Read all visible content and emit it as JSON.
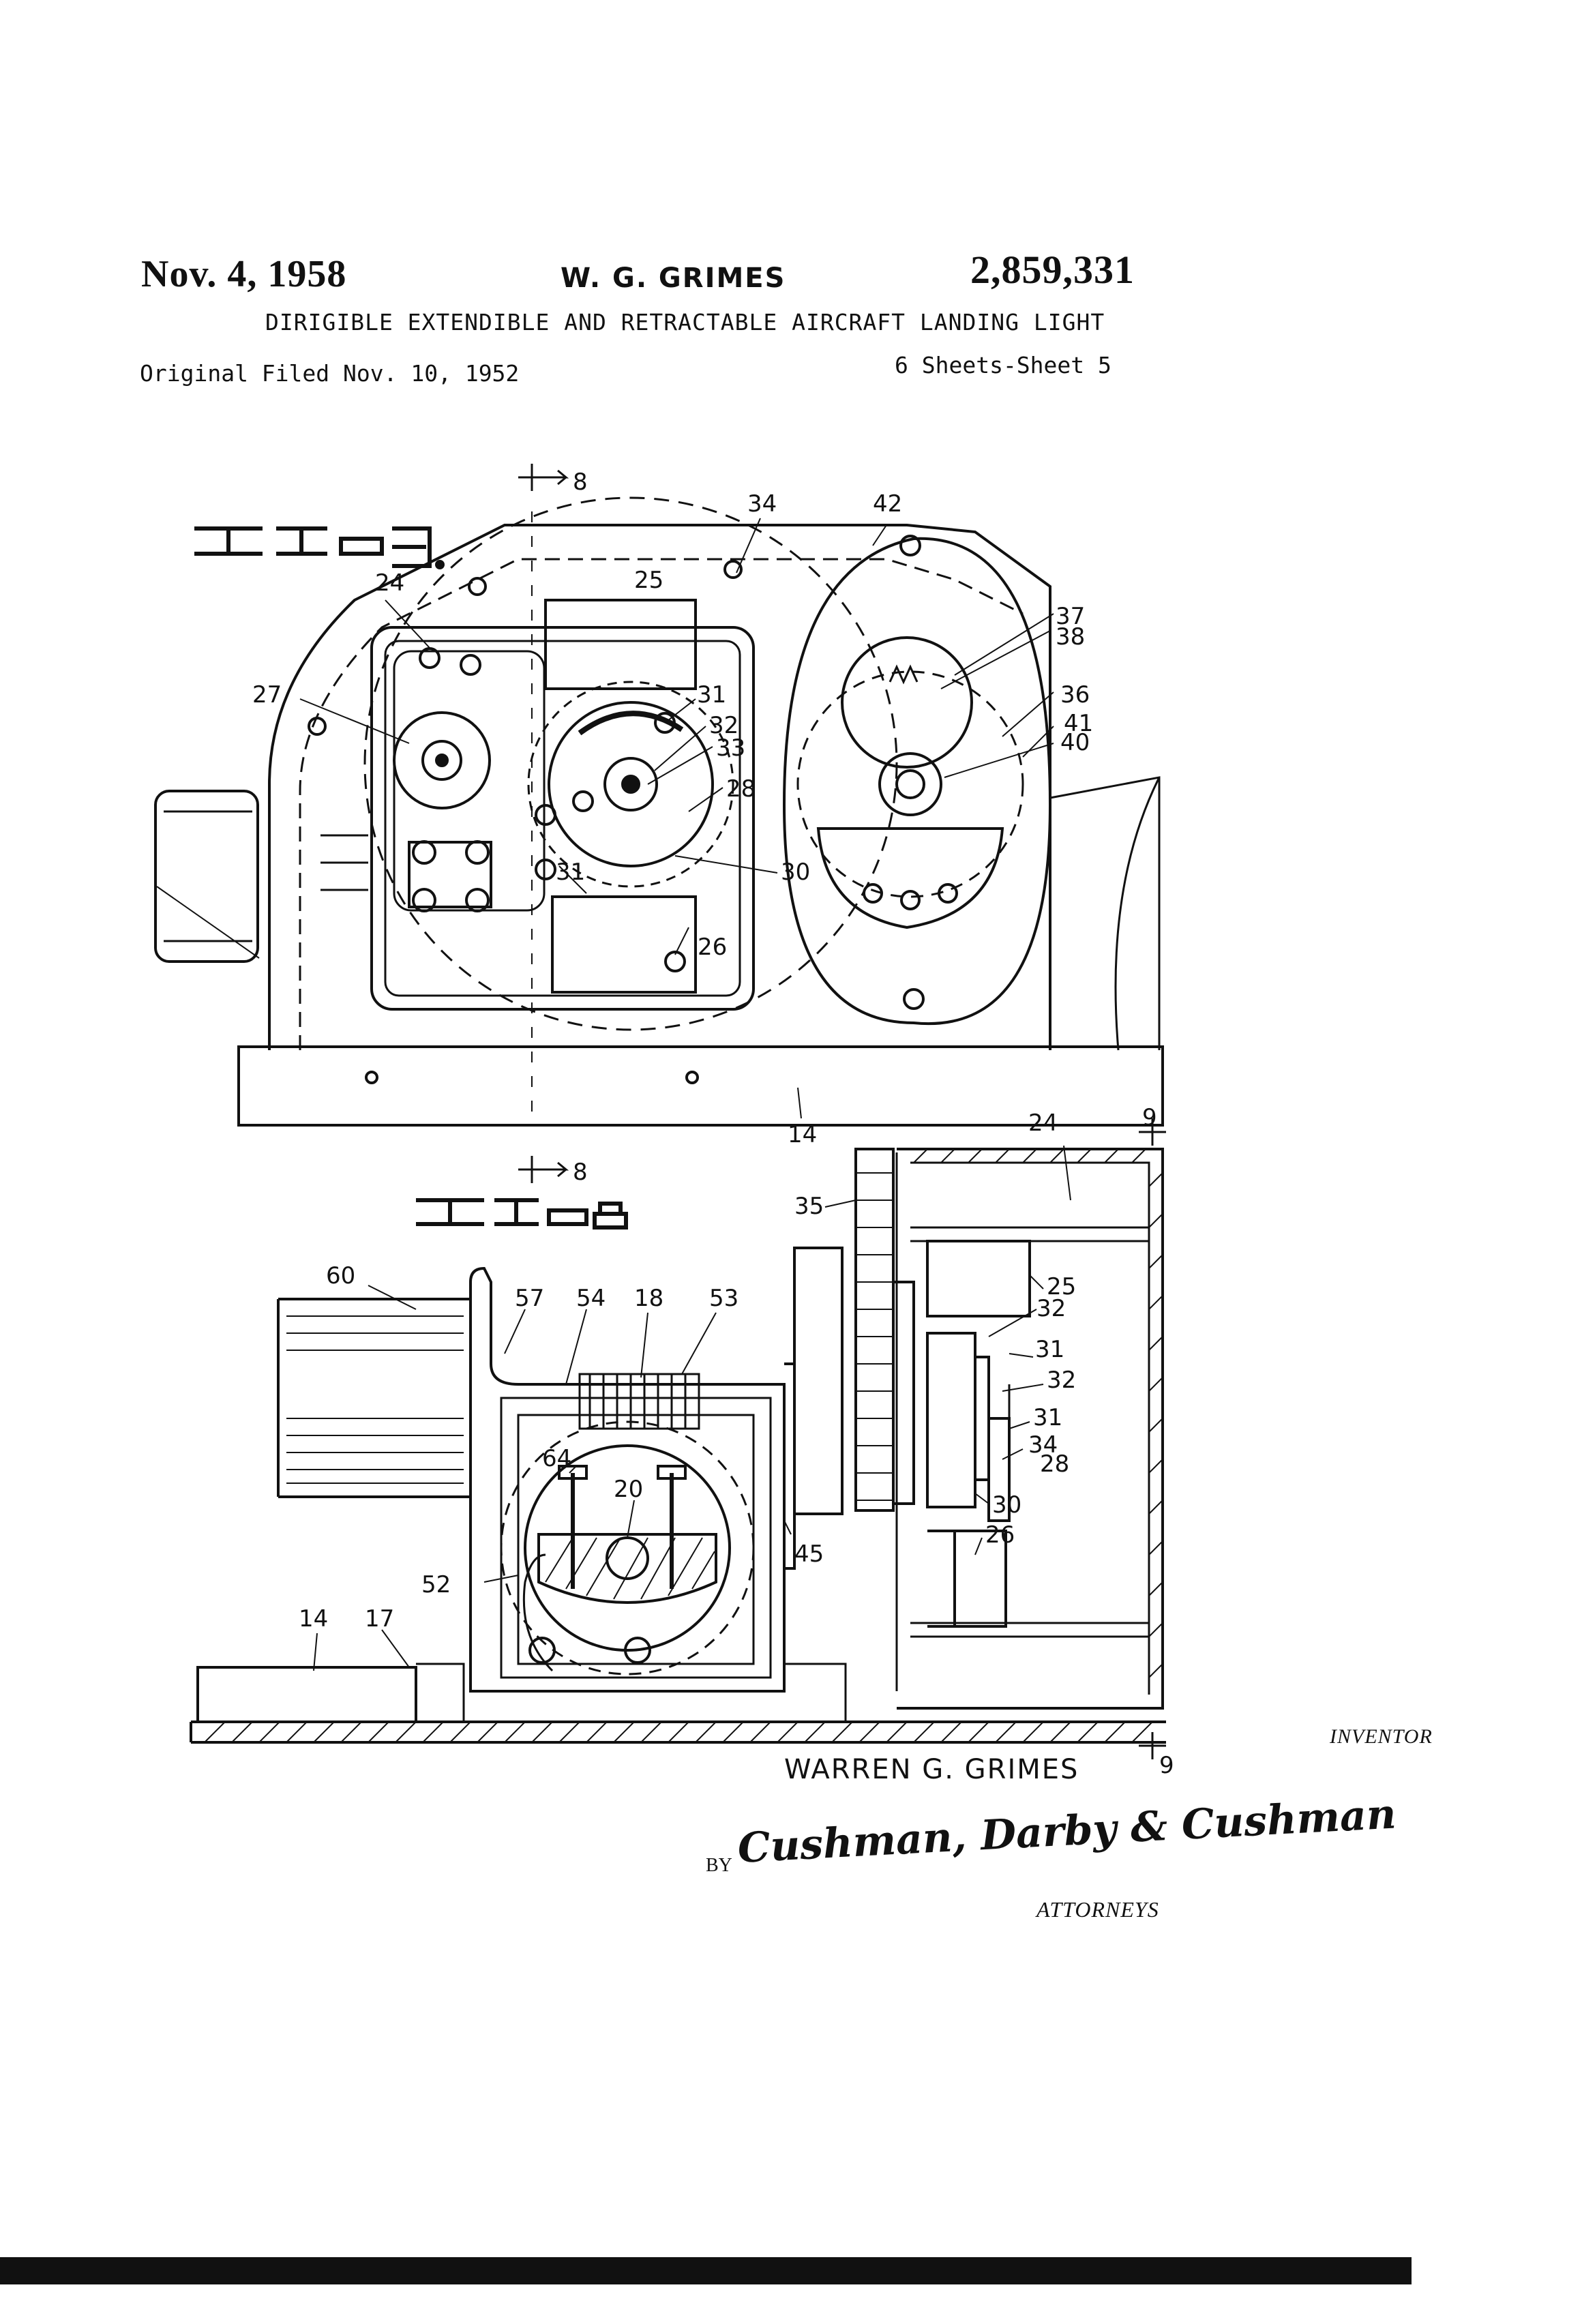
{
  "header": {
    "date": "Nov. 4, 1958",
    "inventor": "W. G. GRIMES",
    "patent_number": "2,859,331",
    "title": "DIRIGIBLE EXTENDIBLE AND RETRACTABLE AIRCRAFT LANDING LIGHT",
    "filed": "Original Filed Nov. 10, 1952",
    "sheet": "6 Sheets-Sheet 5"
  },
  "figures": {
    "fig9": {
      "section_marks": [
        "8",
        "8"
      ],
      "reference_numerals": [
        "24",
        "25",
        "27",
        "34",
        "42",
        "37",
        "38",
        "36",
        "41",
        "40",
        "31",
        "32",
        "33",
        "28",
        "30",
        "31",
        "26",
        "14"
      ]
    },
    "fig8": {
      "section_marks": [
        "9",
        "9"
      ],
      "reference_numerals": [
        "24",
        "35",
        "25",
        "32",
        "31",
        "32",
        "31",
        "34",
        "28",
        "30",
        "26",
        "60",
        "57",
        "54",
        "18",
        "53",
        "64",
        "20",
        "45",
        "52",
        "14",
        "17"
      ]
    }
  },
  "signature_block": {
    "inventor_label": "INVENTOR",
    "inventor_name": "WARREN G. GRIMES",
    "by": "BY",
    "attorneys_signature": "Cushman, Darby & Cushman",
    "attorneys_label": "ATTORNEYS"
  }
}
